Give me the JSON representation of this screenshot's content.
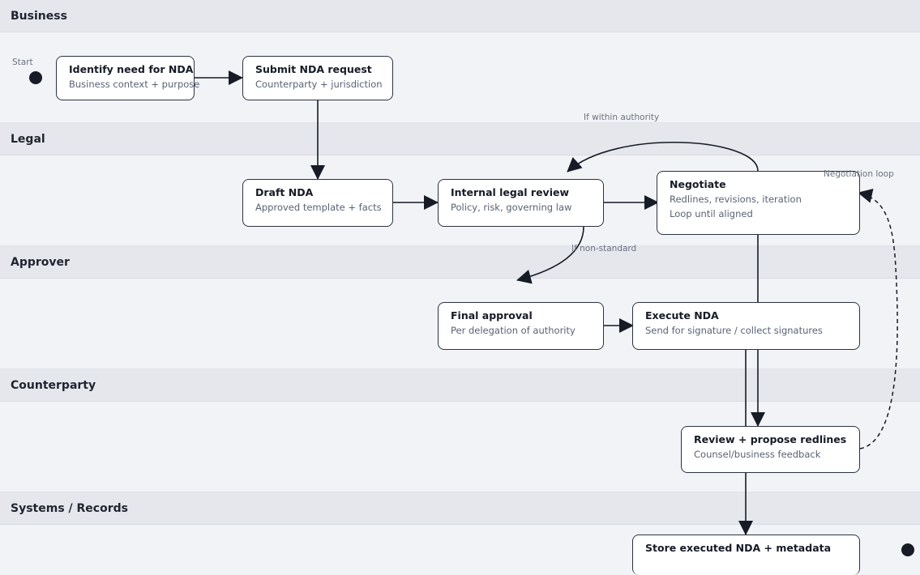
{
  "lanes": [
    {
      "title": "Business"
    },
    {
      "title": "Legal"
    },
    {
      "title": "Approver"
    },
    {
      "title": "Counterparty"
    },
    {
      "title": "Systems / Records"
    }
  ],
  "start_label": "Start",
  "nodes": {
    "identify": {
      "title": "Identify need for NDA",
      "sub": "Business context + purpose"
    },
    "submit": {
      "title": "Submit NDA request",
      "sub": "Counterparty + jurisdiction"
    },
    "draft": {
      "title": "Draft NDA",
      "sub": "Approved template + facts"
    },
    "review": {
      "title": "Internal legal review",
      "sub": "Policy, risk, governing law"
    },
    "negotiate": {
      "title": "Negotiate",
      "sub": "Redlines, revisions, iteration",
      "sub2": "Loop until aligned"
    },
    "final": {
      "title": "Final approval",
      "sub": "Per delegation of authority"
    },
    "execute": {
      "title": "Execute NDA",
      "sub": "Send for signature / collect signatures"
    },
    "redlines": {
      "title": "Review + propose redlines",
      "sub": "Counsel/business feedback"
    },
    "store": {
      "title": "Store executed NDA + metadata"
    }
  },
  "edge_labels": {
    "within_authority": "If within authority",
    "non_standard": "If non-standard",
    "negotiation_loop": "Negotiation loop"
  },
  "colors": {
    "lane_header": "#e5e7ec",
    "lane_body": "#f2f3f6",
    "node_border": "#2b3240",
    "edge": "#161b26"
  }
}
